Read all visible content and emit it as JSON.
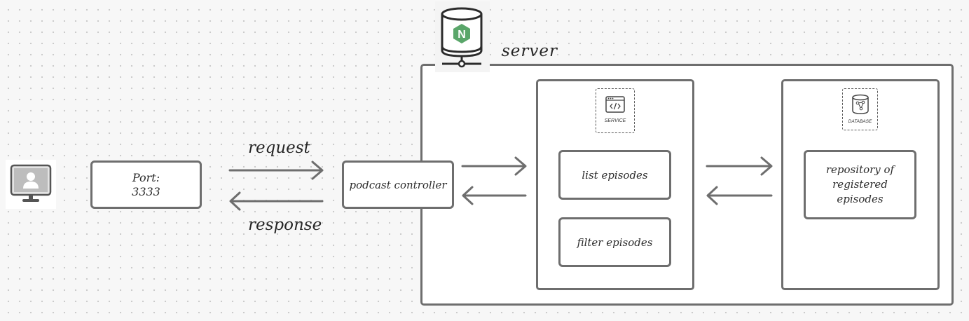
{
  "client": {
    "icon": "monitor-user-icon"
  },
  "port": {
    "line1": "Port:",
    "line2": "3333"
  },
  "labels": {
    "request": "request",
    "response": "response",
    "server": "server"
  },
  "controller": {
    "label": "podcast controller"
  },
  "service": {
    "badge": "SERVICE",
    "icon": "code-window-icon"
  },
  "operations": {
    "list": "list episodes",
    "filter": "filter episodes"
  },
  "database": {
    "badge": "DATABASE",
    "icon": "database-icon"
  },
  "repository": {
    "line1": "repository of",
    "line2": "registered",
    "line3": "episodes"
  },
  "nginx": {
    "letter": "N",
    "icon": "nginx-server-icon"
  },
  "colors": {
    "stroke": "#6e6e6e",
    "nginx_green": "#5aa66a",
    "background": "#f7f7f7"
  }
}
